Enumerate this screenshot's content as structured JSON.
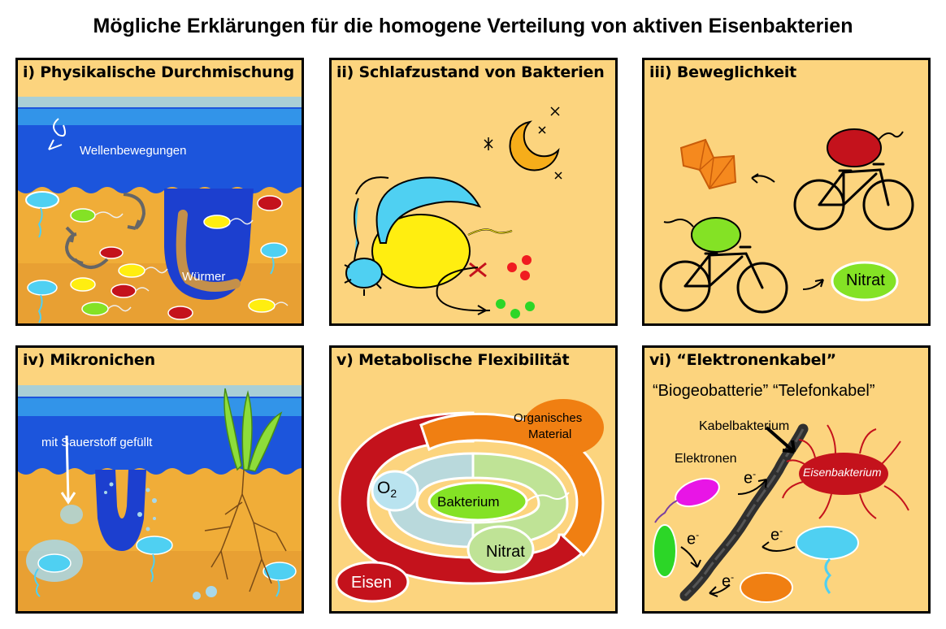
{
  "title": "Mögliche Erklärungen für die homogene Verteilung von aktiven Eisenbakterien",
  "panels": {
    "p1": {
      "title": "i) Physikalische Durchmischung",
      "waves": "Wellenbewegungen",
      "worms": "Würmer"
    },
    "p2": {
      "title": "ii) Schlafzustand von Bakterien"
    },
    "p3": {
      "title": "iii) Beweglichkeit",
      "nitrate": "Nitrat"
    },
    "p4": {
      "title": "iv) Mikronichen",
      "oxygen": "mit Sauerstoff gefüllt"
    },
    "p5": {
      "title": "v) Metabolische Flexibilität",
      "organic_line1": "Organisches",
      "organic_line2": "Material",
      "o2": "O",
      "o2_sub": "2",
      "bacterium": "Bakterium",
      "nitrate": "Nitrat",
      "iron": "Eisen"
    },
    "p6": {
      "title": "vi) “Elektronenkabel”",
      "subtitle": "“Biogeobatterie” “Telefonkabel”",
      "cable": "Kabelbakterium",
      "electrons": "Elektronen",
      "iron_bacterium": "Eisenbakterium",
      "e1": "e",
      "e2": "e",
      "e3": "e",
      "e4": "e",
      "minus": "-"
    }
  },
  "colors": {
    "panel_bg": "#fcd47e",
    "water": "#1f57e0",
    "sediment": "#f3b23a",
    "red": "#c4121c",
    "green": "#84e225",
    "cyan": "#4fd0f2",
    "yellow": "#ffee10"
  }
}
